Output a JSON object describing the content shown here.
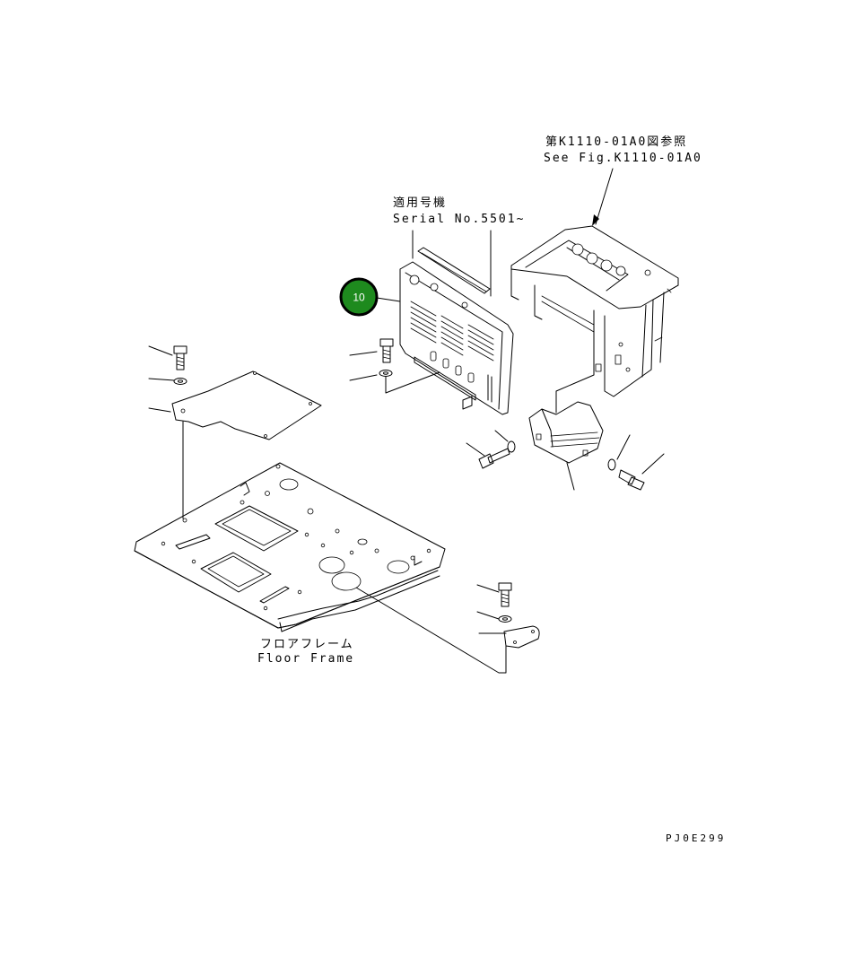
{
  "labels": {
    "ref_jp": "第K1110-01A0図参照",
    "ref_en": "See Fig.K1110-01A0",
    "serial_jp": "適用号機",
    "serial_en": "Serial No.5501~",
    "floor_jp": "フロアフレーム",
    "floor_en": "Floor Frame",
    "drawing_code": "PJ0E299"
  },
  "callout": {
    "number": "10",
    "fill_color": "#1e8a1e",
    "ring_color": "#000000"
  }
}
